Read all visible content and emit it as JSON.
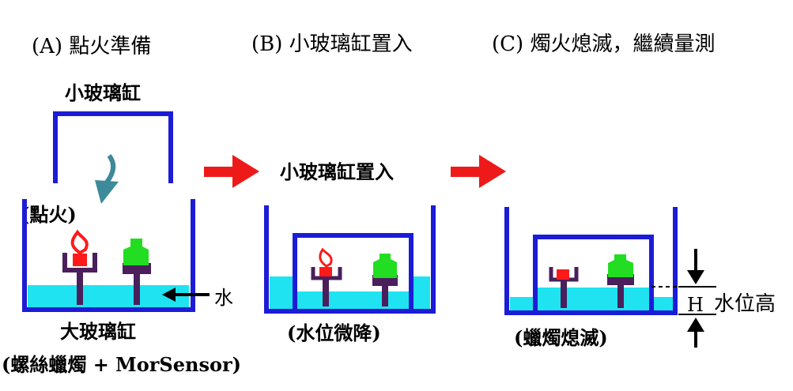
{
  "steps": {
    "a": "(A) 點火準備",
    "b": "(B) 小玻璃缸置入",
    "c": "(C) 燭火熄滅，繼續量測"
  },
  "labels": {
    "small_jar_a": "小玻璃缸",
    "ignite": "(點火)",
    "water": "水",
    "big_jar": "大玻璃缸",
    "big_jar_detail": "(螺絲蠟燭 + MorSensor)",
    "small_jar_in": "小玻璃缸置入",
    "level_drop": "(水位微降)",
    "extinguish": "(蠟燭熄滅)",
    "h_symbol": "H",
    "water_height": "水位高"
  },
  "colors": {
    "jar": "#1c1cd6",
    "water": "#1fe3f0",
    "stand": "#4a1f5c",
    "flame": "#ff1a1a",
    "sensor": "#22dd22",
    "arrow": "#ee1a1a",
    "curve_arrow": "#3d8a9a"
  }
}
